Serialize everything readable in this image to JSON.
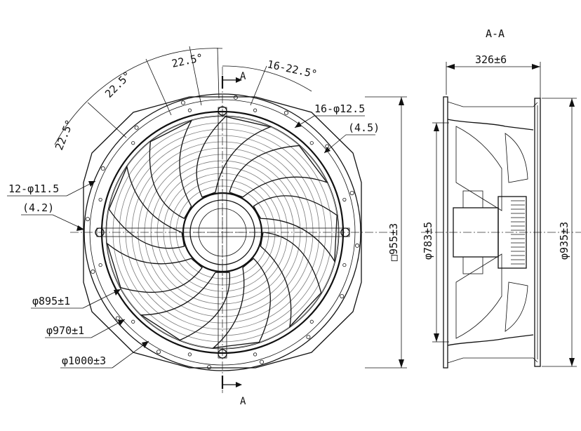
{
  "front_view": {
    "angles": {
      "a1": "22.5°",
      "a2": "22.5°",
      "a3": "22.5°",
      "a4": "16-22.5°"
    },
    "holes_top": "16-φ12.5",
    "dim_45": "(4.5)",
    "holes_left": "12-φ11.5",
    "dim_42": "(4.2)",
    "dia_895": "φ895±1",
    "dia_970": "φ970±1",
    "dia_1000": "φ1000±3",
    "square_955": "□955±3",
    "section_top": "A",
    "section_bottom": "A"
  },
  "side_view": {
    "title": "A-A",
    "depth": "326±6",
    "dia_783": "φ783±5",
    "dia_935": "φ935±3"
  },
  "colors": {
    "line": "#111111",
    "background": "#ffffff"
  }
}
